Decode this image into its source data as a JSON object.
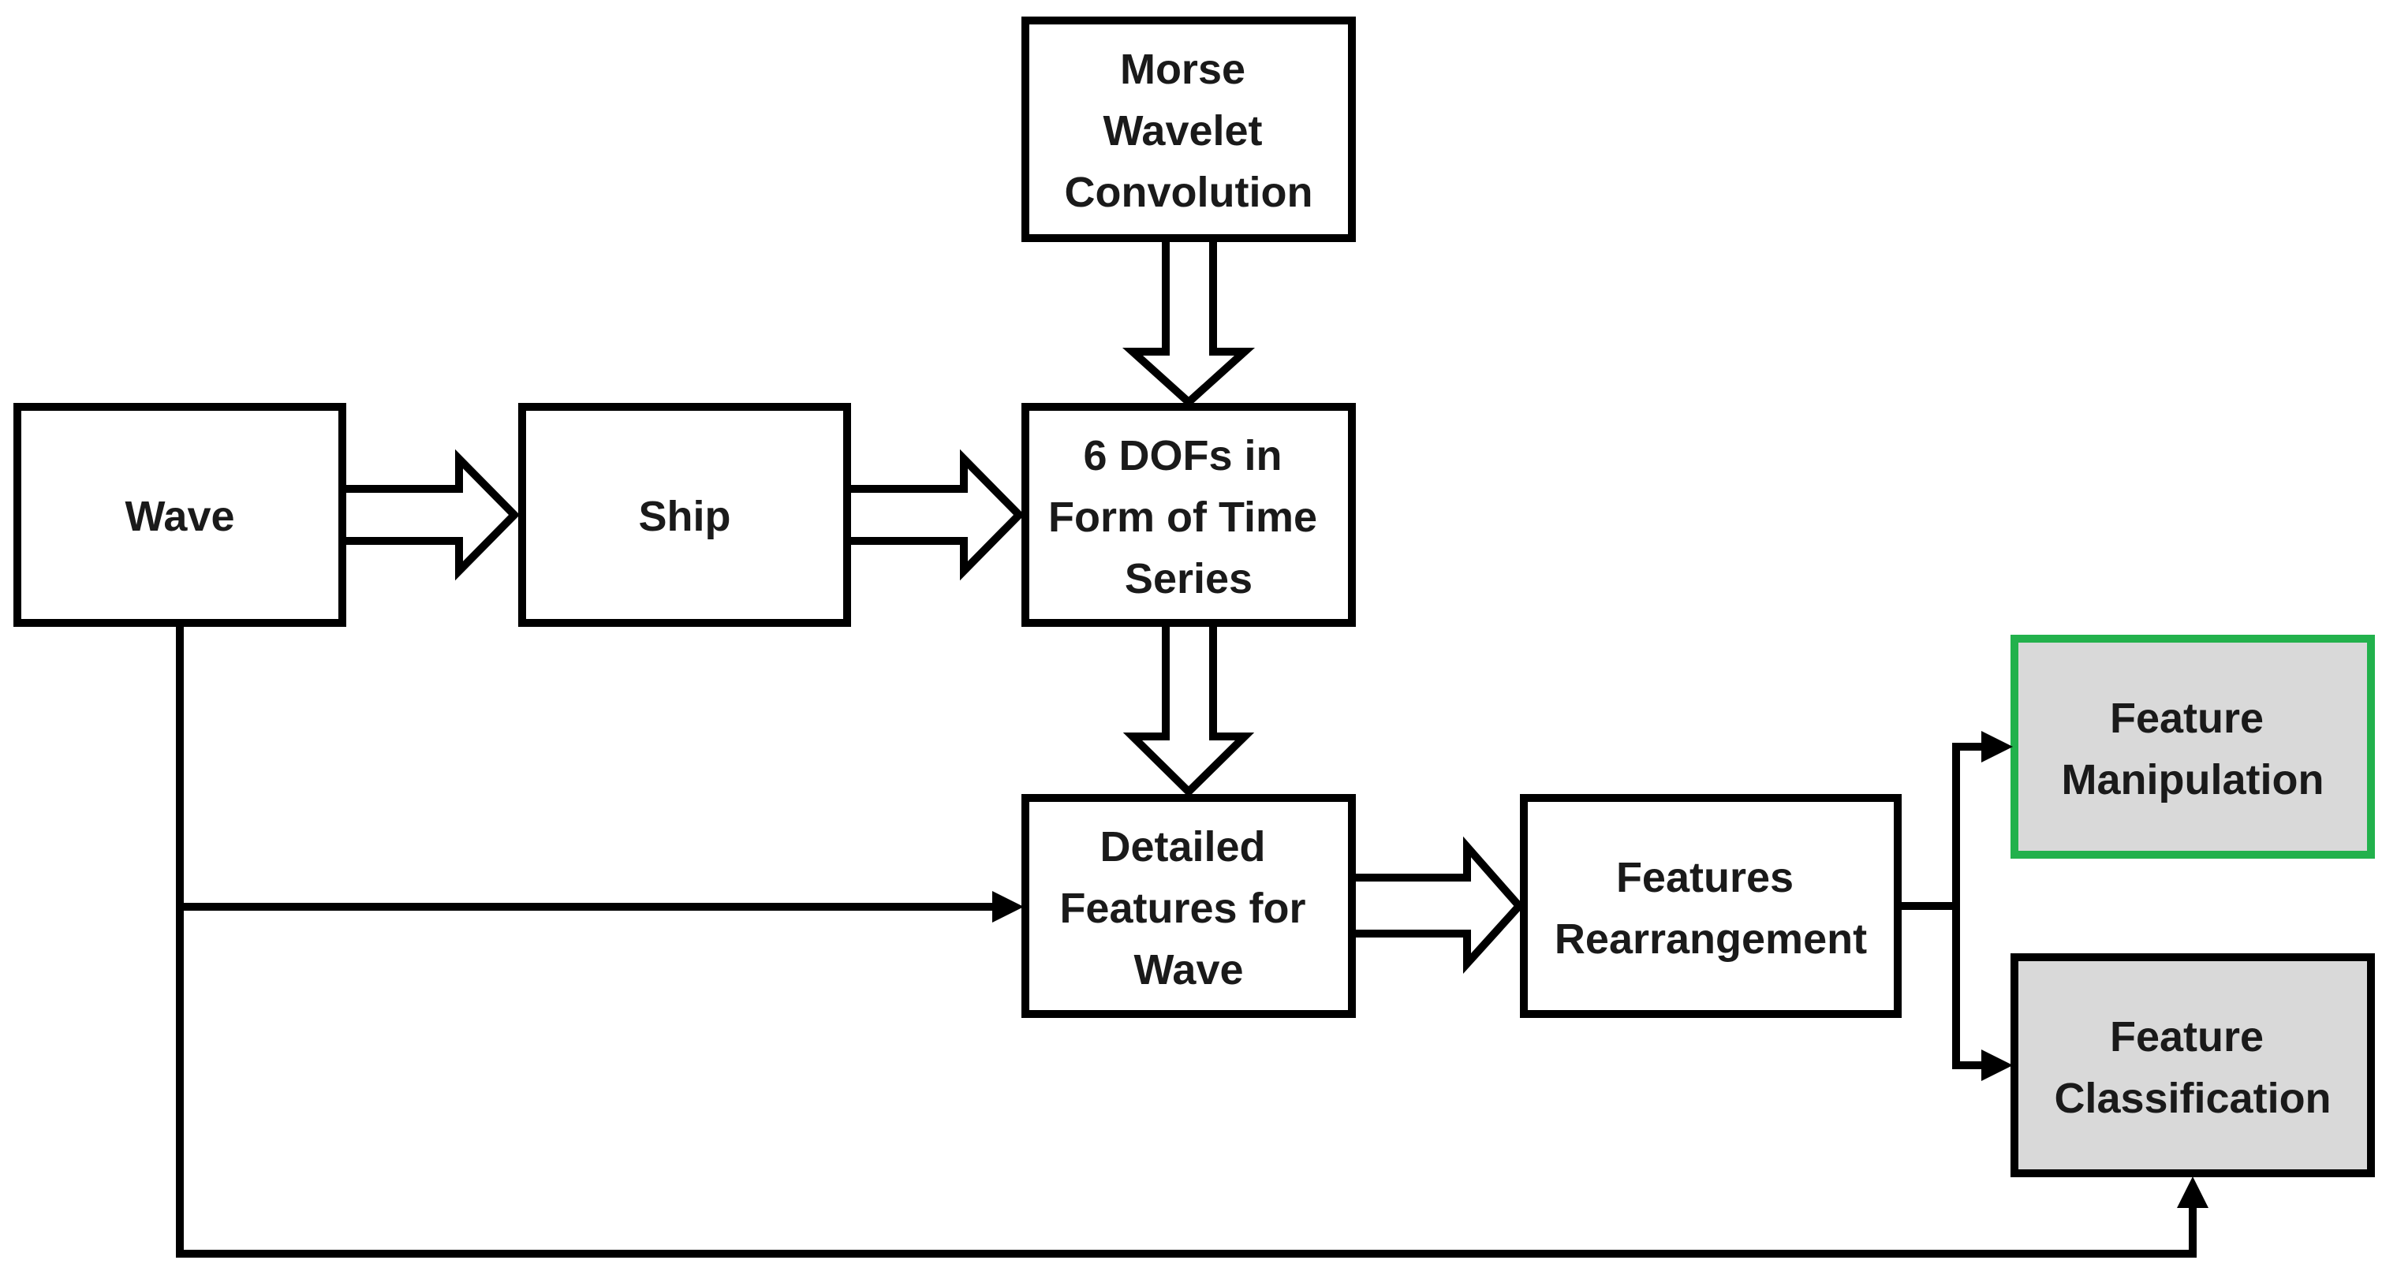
{
  "diagram": {
    "nodes": {
      "wave": {
        "lines": [
          "Wave"
        ]
      },
      "ship": {
        "lines": [
          "Ship"
        ]
      },
      "morse": {
        "lines": [
          "Morse",
          "Wavelet",
          "Convolution"
        ]
      },
      "dofs": {
        "lines": [
          "6 DOFs in",
          "Form of Time",
          "Series"
        ]
      },
      "detailed": {
        "lines": [
          "Detailed",
          "Features for",
          "Wave"
        ]
      },
      "rearrangement": {
        "lines": [
          "Features",
          "Rearrangement"
        ]
      },
      "manipulation": {
        "lines": [
          "Feature",
          "Manipulation"
        ]
      },
      "classification": {
        "lines": [
          "Feature",
          "Classification"
        ]
      }
    },
    "colors": {
      "stroke": "#000000",
      "text": "#1a1a1a",
      "box_fill": "#ffffff",
      "output_fill": "#d9d9d9",
      "highlight_border": "#22b14c"
    }
  }
}
